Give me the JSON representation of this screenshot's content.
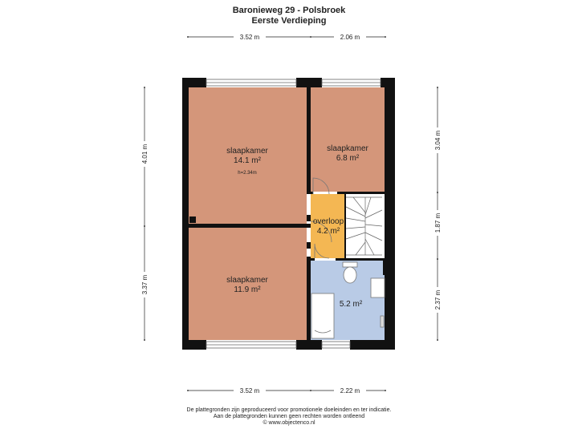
{
  "header": {
    "address": "Baronieweg 29 - Polsbroek",
    "floor": "Eerste Verdieping"
  },
  "rooms": [
    {
      "name": "slaapkamer",
      "area": "14.1 m²",
      "height": "h=2.34m",
      "color": "#d4967a"
    },
    {
      "name": "slaapkamer",
      "area": "6.8 m²",
      "color": "#d4967a"
    },
    {
      "name": "overloop",
      "area": "4.2 m²",
      "color": "#f4b753"
    },
    {
      "name": "slaapkamer",
      "area": "11.9 m²",
      "color": "#d4967a"
    },
    {
      "area": "5.2 m²",
      "color": "#b9cbe6"
    }
  ],
  "dimensions": {
    "top": [
      "3.52 m",
      "2.06 m"
    ],
    "bottom": [
      "3.52 m",
      "2.22 m"
    ],
    "left": [
      "4.01 m",
      "3.37 m"
    ],
    "right": [
      "3.04 m",
      "1.87 m",
      "2.37 m"
    ]
  },
  "footer": {
    "line1": "De plattegronden zijn geproduceerd voor promotionele doeleinden en ter indicatie.",
    "line2": "Aan de plattegronden kunnen geen rechten worden ontleend",
    "line3": "© www.objectenco.nl"
  },
  "colors": {
    "wall": "#111111",
    "bedroom": "#d4967a",
    "landing": "#f4b753",
    "bathroom": "#b9cbe6"
  }
}
